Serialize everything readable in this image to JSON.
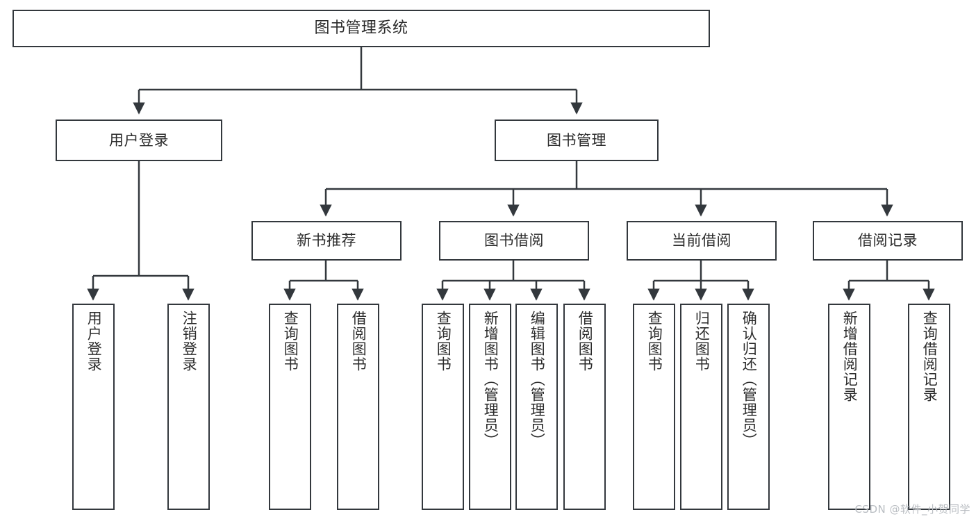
{
  "diagram": {
    "title": "图书管理系统",
    "watermark": "CSDN @软件_小贺同学",
    "colors": {
      "stroke": "#33383d",
      "text": "#2b2b2b",
      "background": "#ffffff",
      "watermark": "#b9bdc2"
    },
    "nodes": {
      "root": {
        "label": "图书管理系统"
      },
      "level1": [
        {
          "label": "用户登录"
        },
        {
          "label": "图书管理"
        }
      ],
      "level2": [
        {
          "label": "新书推荐"
        },
        {
          "label": "图书借阅"
        },
        {
          "label": "当前借阅"
        },
        {
          "label": "借阅记录"
        }
      ],
      "leaves": [
        {
          "label": "用户登录",
          "parent": "用户登录"
        },
        {
          "label": "注销登录",
          "parent": "用户登录"
        },
        {
          "label": "查询图书",
          "parent": "新书推荐"
        },
        {
          "label": "借阅图书",
          "parent": "新书推荐"
        },
        {
          "label": "查询图书",
          "parent": "图书借阅"
        },
        {
          "label": "新增图书（管理员）",
          "parent": "图书借阅"
        },
        {
          "label": "编辑图书（管理员）",
          "parent": "图书借阅"
        },
        {
          "label": "借阅图书",
          "parent": "图书借阅"
        },
        {
          "label": "查询图书",
          "parent": "当前借阅"
        },
        {
          "label": "归还图书",
          "parent": "当前借阅"
        },
        {
          "label": "确认归还（管理员）",
          "parent": "当前借阅"
        },
        {
          "label": "新增借阅记录",
          "parent": "借阅记录"
        },
        {
          "label": "查询借阅记录",
          "parent": "借阅记录"
        }
      ]
    }
  }
}
